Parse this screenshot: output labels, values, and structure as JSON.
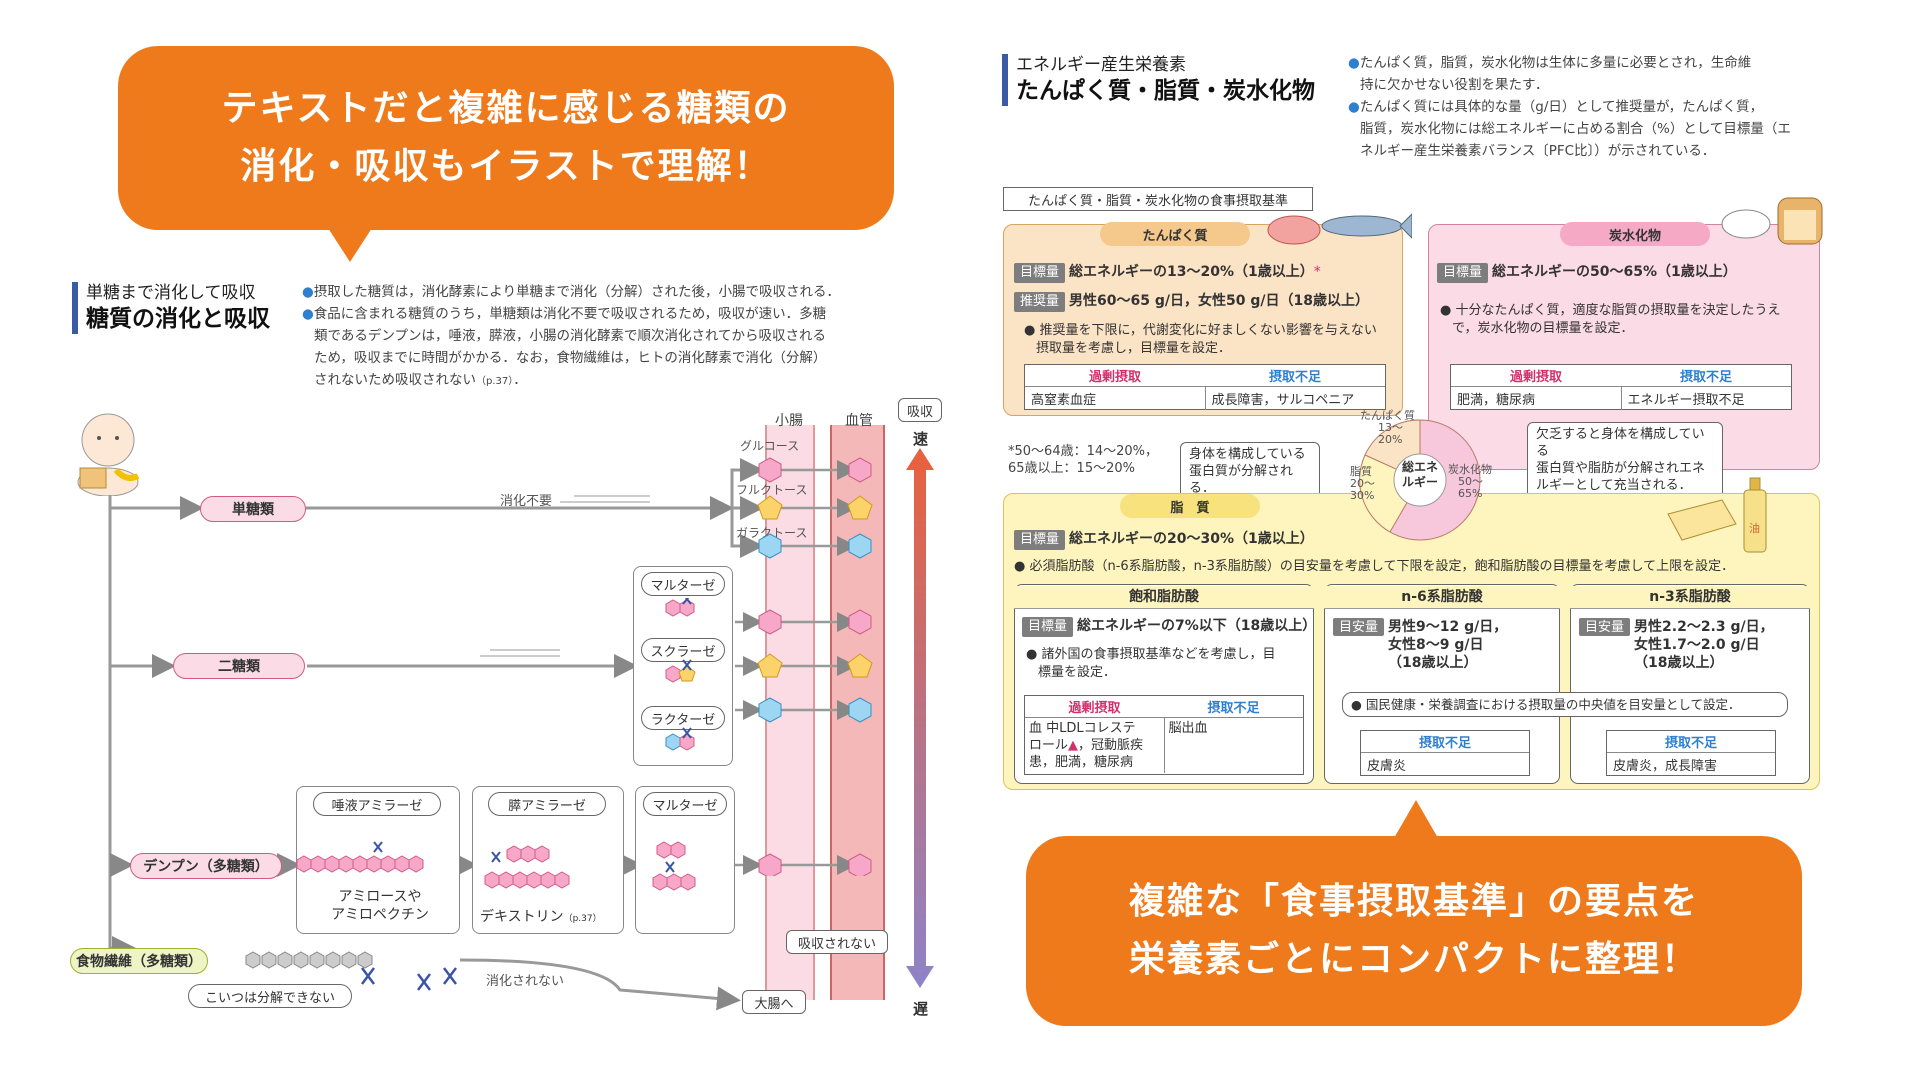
{
  "callout_left": {
    "line1": "テキストだと複雑に感じる糖類の",
    "line2": "消化・吸収もイラストで理解！"
  },
  "callout_right": {
    "line1": "複雑な「食事摂取基準」の要点を",
    "line2": "栄養素ごとにコンパクトに整理！"
  },
  "left": {
    "sub": "単糖まで消化して吸収",
    "title": "糖質の消化と吸収",
    "b1": "摂取した糖質は，消化酵素により単糖まで消化（分解）された後，小腸で吸収される．",
    "b2a": "食品に含まれる糖質のうち，単糖類は消化不要で吸収されるため，吸収が速い．多糖",
    "b2b": "類であるデンプンは，唾液，膵液，小腸の消化酵素で順次消化されてから吸収される",
    "b2c": "ため，吸収までに時間がかかる．なお，食物繊維は，ヒトの消化酵素で消化（分解）",
    "b2d": "されないため吸収されない",
    "b2ref": "（p.37）",
    "col_si": "小腸",
    "col_bv": "血管",
    "abs": "吸収",
    "fast": "速",
    "slow": "遅",
    "gluc": "グルコース",
    "fruc": "フルクトース",
    "gala": "ガラクトース",
    "mono": "単糖類",
    "no_digest": "消化不要",
    "di": "二糖類",
    "maltase": "マルターゼ",
    "sucrase": "スクラーゼ",
    "lactase": "ラクターゼ",
    "starch": "デンプン（多糖類）",
    "saliva_amy": "唾液アミラーゼ",
    "panc_amy": "膵アミラーゼ",
    "maltase2": "マルターゼ",
    "amylose1": "アミロースや",
    "amylose2": "アミロペクチン",
    "dextrin": "デキストリン",
    "dextrin_ref": "（p.37）",
    "fiber": "食物繊維（多糖類）",
    "cannot": "こいつは分解できない",
    "not_digested": "消化されない",
    "not_absorbed": "吸収されない",
    "large_int": "大腸へ"
  },
  "right": {
    "sub": "エネルギー産生栄養素",
    "title": "たんぱく質・脂質・炭水化物",
    "b1a": "たんぱく質，脂質，炭水化物は生体に多量に必要とされ，生命維",
    "b1b": "持に欠かせない役割を果たす．",
    "b2a": "たんぱく質には具体的な量（g/日）として推奨量が，たんぱく質，",
    "b2b": "脂質，炭水化物には総エネルギーに占める割合（%）として目標量（エ",
    "b2c": "ネルギー産生栄養素バランス〔PFC比〕）が示されている．",
    "std_label": "たんぱく質・脂質・炭水化物の食事摂取基準",
    "protein": {
      "head": "たんぱく質",
      "goal_lbl": "目標量",
      "goal": "総エネルギーの13〜20%（1歳以上）",
      "goal_star": "*",
      "rec_lbl": "推奨量",
      "rec": "男性60〜65 g/日，女性50 g/日（18歳以上）",
      "note_a": "推奨量を下限に，代謝変化に好ましくない影響を与えない",
      "note_b": "摂取量を考慮し，目標量を設定．",
      "over": "過剰摂取",
      "under": "摂取不足",
      "over_v": "高窒素血症",
      "under_v": "成長障害，サルコペニア",
      "foot1": "*50〜64歳：14〜20%，",
      "foot2": "65歳以上：15〜20%",
      "bubble1": "身体を構成している",
      "bubble2": "蛋白質が分解される．"
    },
    "carb": {
      "head": "炭水化物",
      "goal_lbl": "目標量",
      "goal": "総エネルギーの50〜65%（1歳以上）",
      "note_a": "十分なたんぱく質，適度な脂質の摂取量を決定したうえ",
      "note_b": "で，炭水化物の目標量を設定．",
      "over": "過剰摂取",
      "under": "摂取不足",
      "over_v": "肥満，糖尿病",
      "under_v": "エネルギー摂取不足",
      "bubble1": "欠乏すると身体を構成している",
      "bubble2": "蛋白質や脂肪が分解されエネ",
      "bubble3": "ルギーとして充当される．"
    },
    "pie": {
      "center1": "総エネ",
      "center2": "ルギー",
      "p1": "たんぱく質",
      "p2": "13〜",
      "p3": "20%",
      "f1": "脂質",
      "f2": "20〜",
      "f3": "30%",
      "c1": "炭水化物",
      "c2": "50〜",
      "c3": "65%"
    },
    "fat": {
      "head": "脂　質",
      "goal_lbl": "目標量",
      "goal": "総エネルギーの20〜30%（1歳以上）",
      "note": "必須脂肪酸（n-6系脂肪酸，n-3系脂肪酸）の目安量を考慮して下限を設定，飽和脂肪酸の目標量を考慮して上限を設定．",
      "oil": "油",
      "sat": {
        "head": "飽和脂肪酸",
        "goal_lbl": "目標量",
        "goal": "総エネルギーの7%以下（18歳以上）",
        "note_a": "諸外国の食事摂取基準などを考慮し，目",
        "note_b": "標量を設定．",
        "over": "過剰摂取",
        "under": "摂取不足",
        "over_a": "血 中LDLコレステ",
        "over_b": "ロール",
        "over_c": "，冠動脈疾",
        "over_d": "患，肥満，糖尿病",
        "under_v": "脳出血"
      },
      "n6": {
        "head": "n-6系脂肪酸",
        "lbl": "目安量",
        "l1": "男性9〜12 g/日，",
        "l2": "女性8〜9 g/日",
        "l3": "（18歳以上）",
        "under": "摂取不足",
        "under_v": "皮膚炎"
      },
      "n3": {
        "head": "n-3系脂肪酸",
        "lbl": "目安量",
        "l1": "男性2.2〜2.3 g/日，",
        "l2": "女性1.7〜2.0 g/日",
        "l3": "（18歳以上）",
        "under": "摂取不足",
        "under_v": "皮膚炎，成長障害"
      },
      "shared": "国民健康・栄養調査における摂取量の中央値を目安量として設定．"
    }
  },
  "colors": {
    "orange": "#ee7a1c",
    "pink": "#fbdbe6",
    "peach": "#fbe3c5",
    "yellow": "#fdf4be",
    "blue": "#3b5aa6"
  }
}
